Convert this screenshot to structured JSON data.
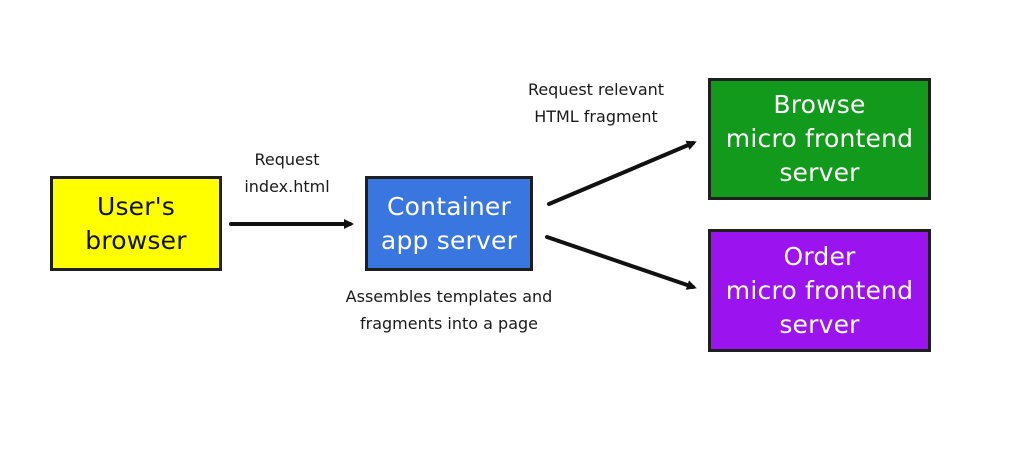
{
  "nodes": {
    "user_browser": {
      "label": "User's\nbrowser",
      "color": "#ffff00"
    },
    "container_app_server": {
      "label": "Container\napp server",
      "color": "#3a76e0"
    },
    "browse_server": {
      "label": "Browse\nmicro frontend\nserver",
      "color": "#129a1c"
    },
    "order_server": {
      "label": "Order\nmicro frontend\nserver",
      "color": "#9b14f0"
    }
  },
  "edges": {
    "browser_to_container": {
      "label": "Request\nindex.html",
      "arrow_icon": "arrow-right-icon"
    },
    "container_to_browse": {
      "label": "Request relevant\nHTML fragment",
      "arrow_icon": "arrow-up-right-icon"
    },
    "container_to_order": {
      "arrow_icon": "arrow-down-right-icon"
    }
  },
  "annotations": {
    "container_note": "Assembles templates and\nfragments into a page"
  }
}
